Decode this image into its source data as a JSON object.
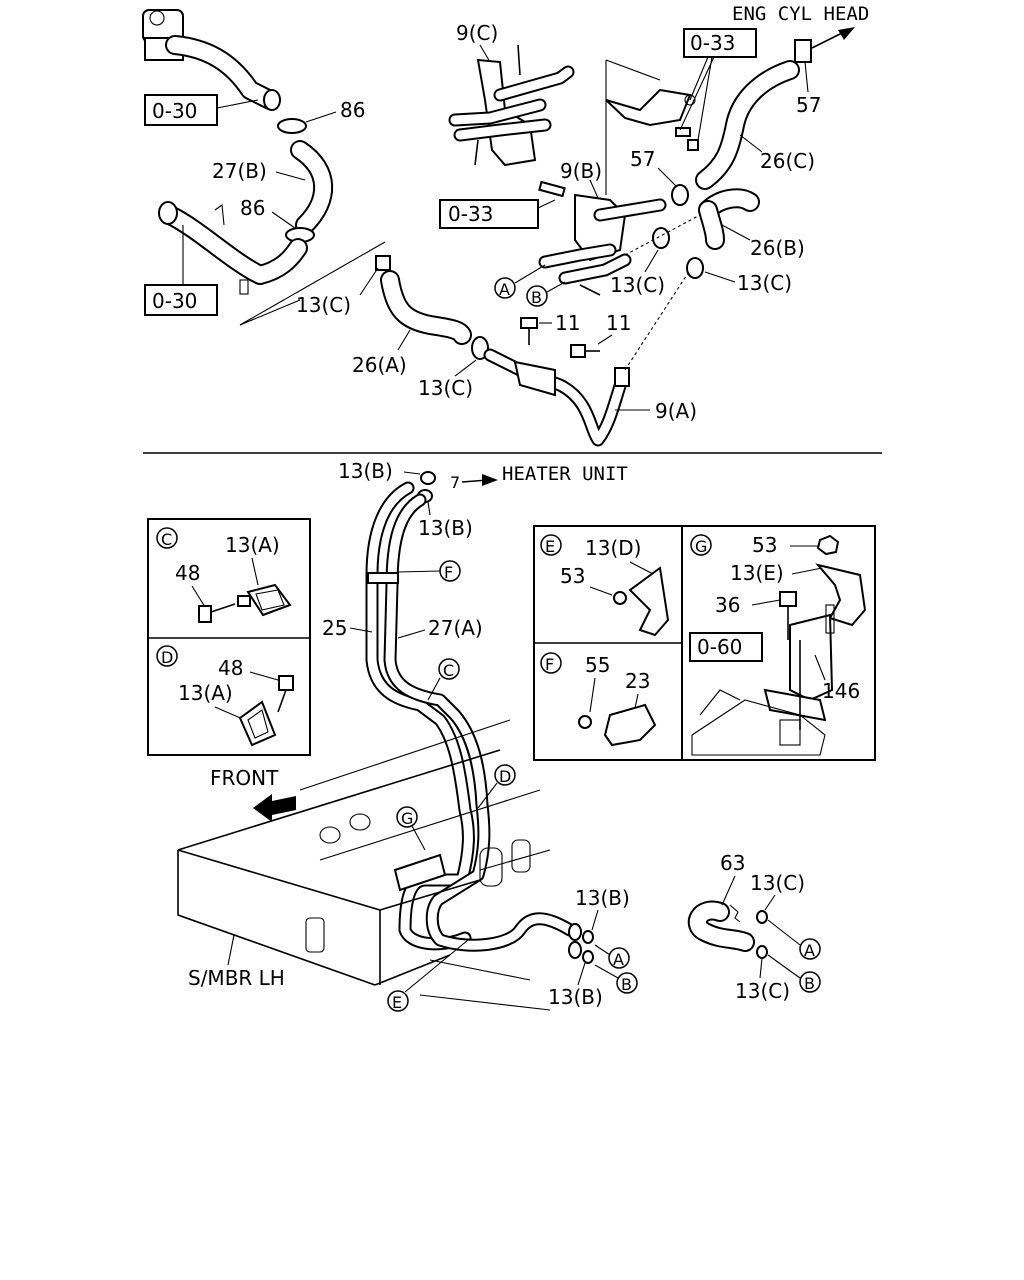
{
  "labels": {
    "eng_cyl_head": "ENG CYL HEAD",
    "heater_unit": "HEATER UNIT",
    "front": "FRONT",
    "smbr_lh": "S/MBR LH",
    "ref_030_a": "0-30",
    "ref_030_b": "0-30",
    "ref_033_a": "0-33",
    "ref_033_b": "0-33",
    "ref_060": "0-60",
    "p_9c": "9(C)",
    "p_9b": "9(B)",
    "p_9a": "9(A)",
    "p_86a": "86",
    "p_86b": "86",
    "p_27b": "27(B)",
    "p_57a": "57",
    "p_57b": "57",
    "p_26c": "26(C)",
    "p_26b": "26(B)",
    "p_26a": "26(A)",
    "p_13c_1": "13(C)",
    "p_13c_2": "13(C)",
    "p_13c_3": "13(C)",
    "p_13c_4": "13(C)",
    "p_11a": "11",
    "p_11b": "11",
    "p_13b_1": "13(B)",
    "p_13b_2": "13(B)",
    "p_13b_3": "13(B)",
    "p_13b_4": "13(B)",
    "p_25": "25",
    "p_27a": "27(A)",
    "p_63": "63",
    "p_13c_5": "13(C)",
    "p_13c_6": "13(C)",
    "c_13a": "13(A)",
    "c_48": "48",
    "d_48": "48",
    "d_13a": "13(A)",
    "e_13d": "13(D)",
    "e_53": "53",
    "f_55": "55",
    "f_23": "23",
    "g_53": "53",
    "g_13e": "13(E)",
    "g_36": "36",
    "g_146": "146",
    "num_7": "7"
  },
  "markers": {
    "A": "A",
    "B": "B",
    "C": "C",
    "D": "D",
    "E": "E",
    "F": "F",
    "G": "G"
  }
}
